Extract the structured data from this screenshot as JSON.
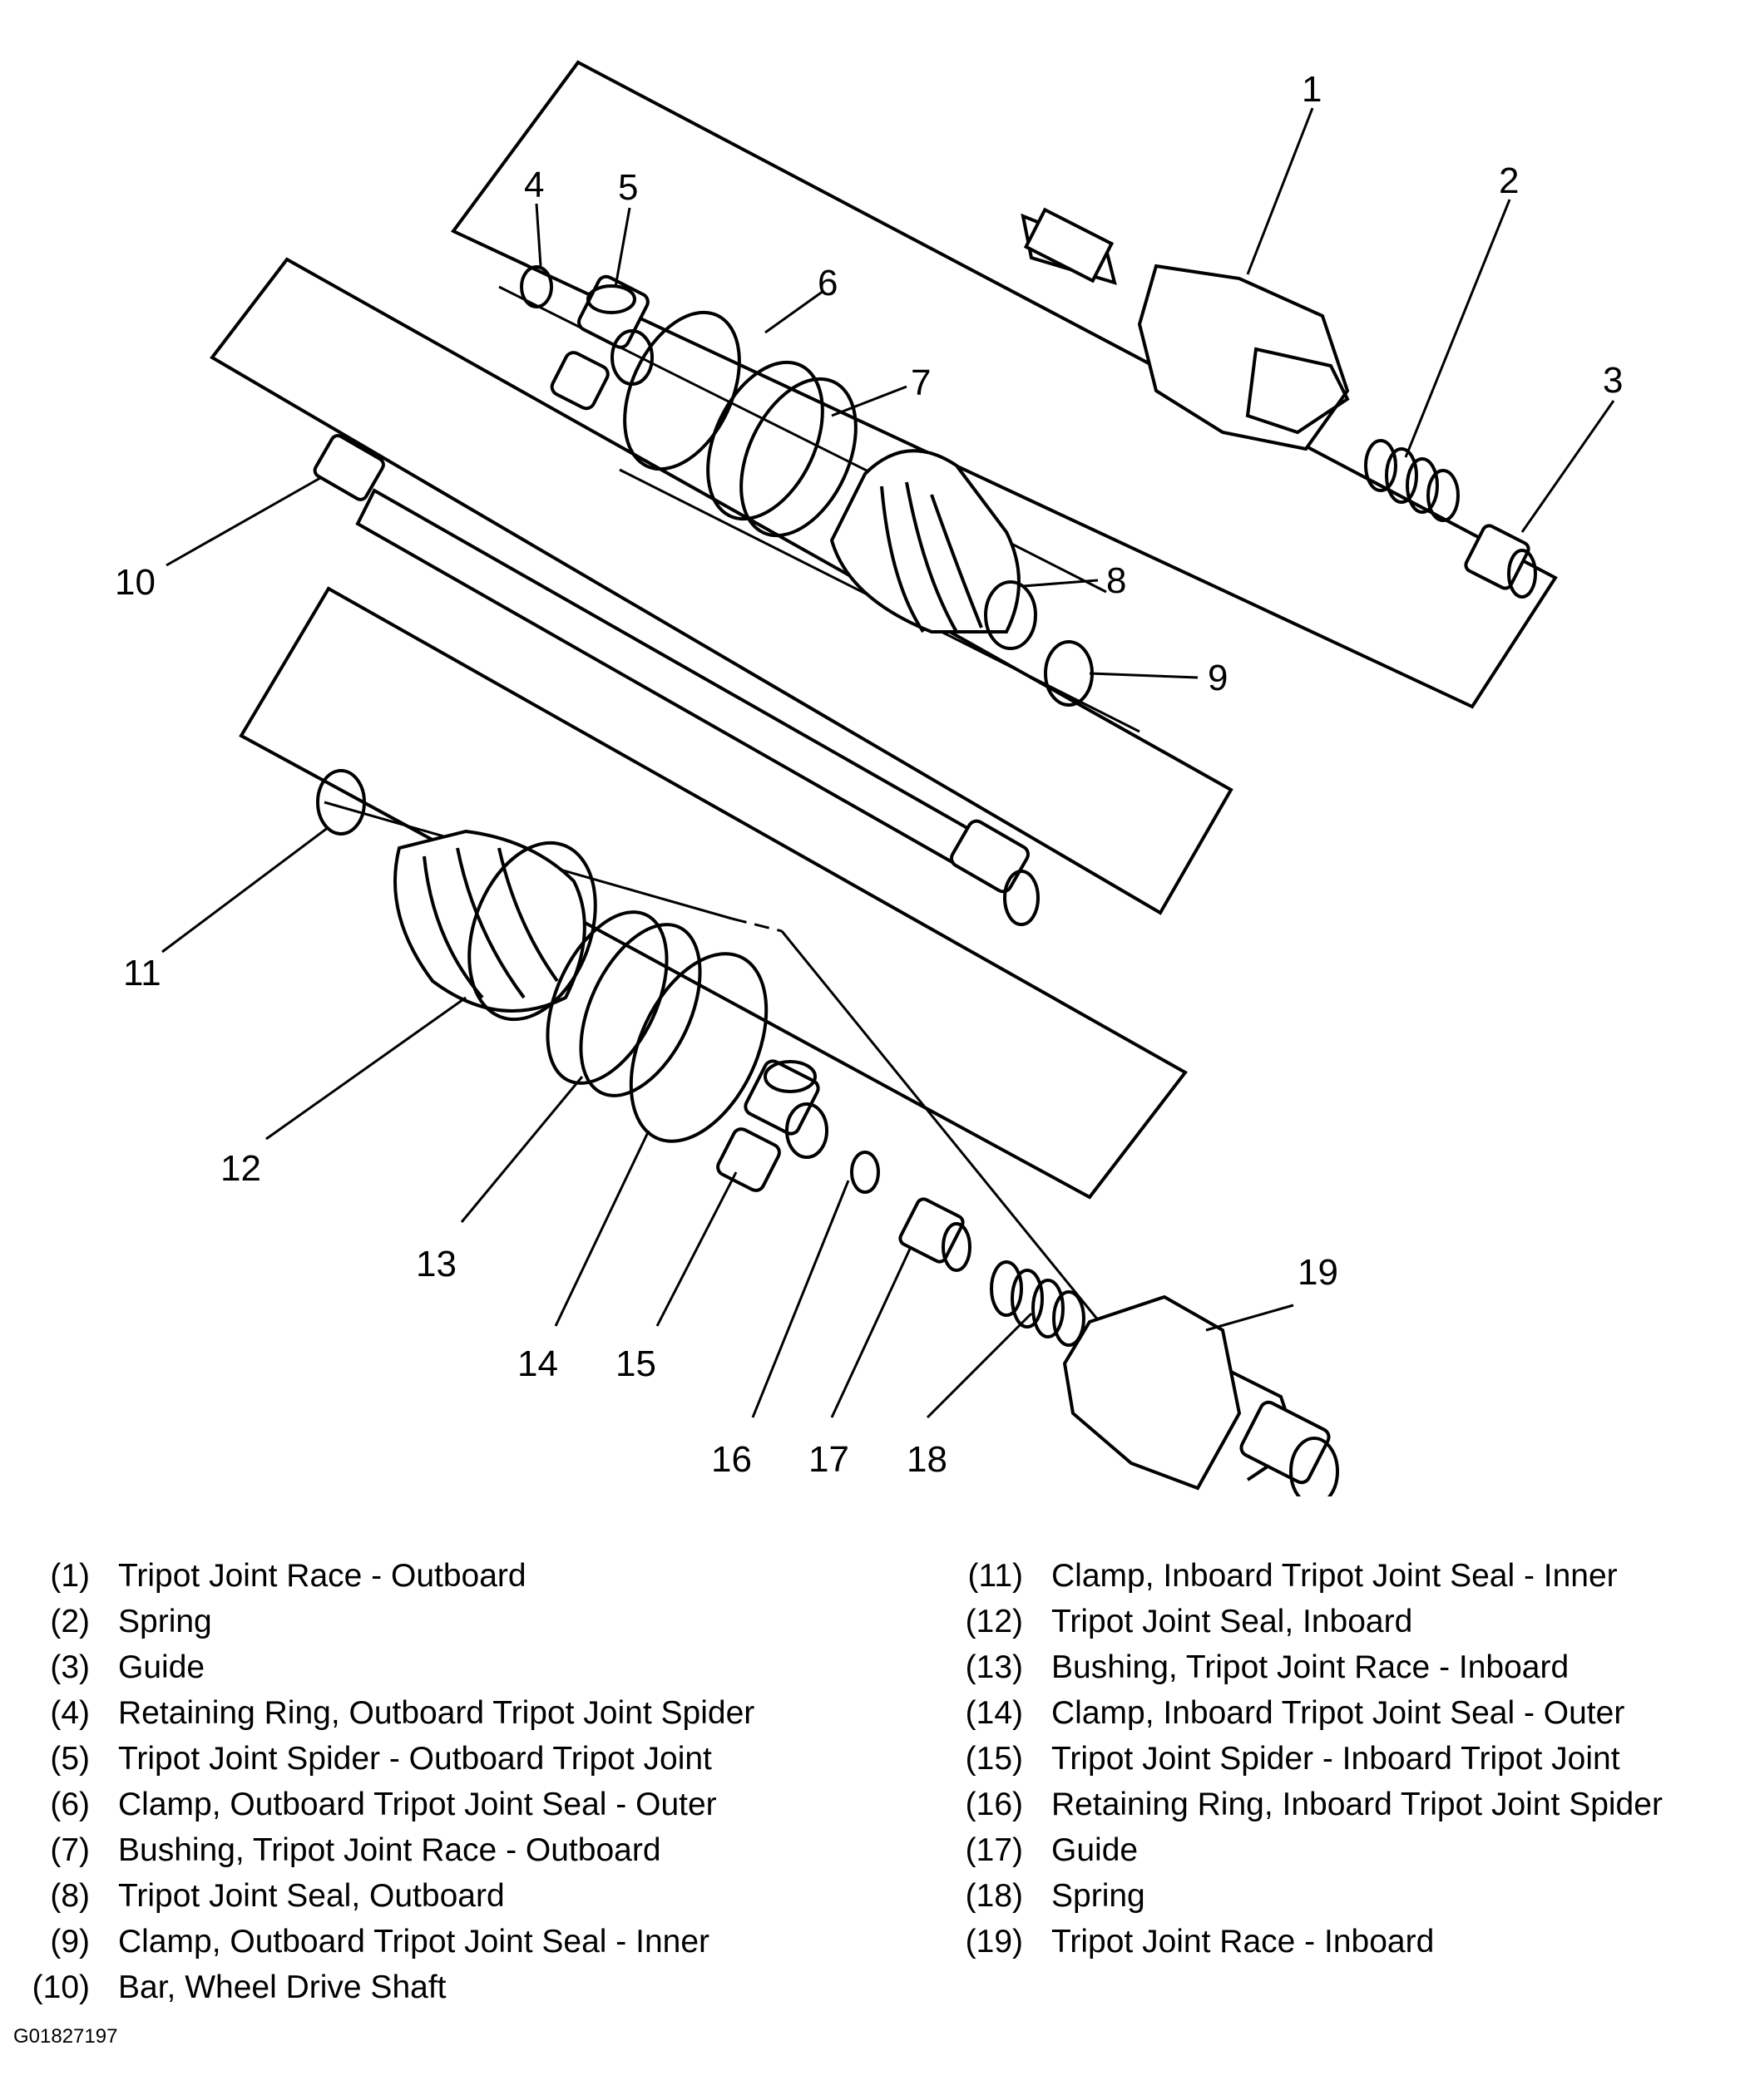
{
  "callouts": [
    "1",
    "2",
    "3",
    "4",
    "5",
    "6",
    "7",
    "8",
    "9",
    "10",
    "11",
    "12",
    "13",
    "14",
    "15",
    "16",
    "17",
    "18",
    "19"
  ],
  "legend_left": [
    {
      "num": "(1)",
      "text": "Tripot Joint Race - Outboard"
    },
    {
      "num": "(2)",
      "text": "Spring"
    },
    {
      "num": "(3)",
      "text": "Guide"
    },
    {
      "num": "(4)",
      "text": "Retaining Ring, Outboard Tripot Joint Spider"
    },
    {
      "num": "(5)",
      "text": "Tripot Joint Spider - Outboard Tripot Joint"
    },
    {
      "num": "(6)",
      "text": "Clamp, Outboard Tripot Joint Seal - Outer"
    },
    {
      "num": "(7)",
      "text": "Bushing, Tripot Joint Race - Outboard"
    },
    {
      "num": "(8)",
      "text": "Tripot Joint Seal, Outboard"
    },
    {
      "num": "(9)",
      "text": "Clamp, Outboard Tripot Joint Seal - Inner"
    },
    {
      "num": "(10)",
      "text": "Bar, Wheel Drive Shaft"
    }
  ],
  "legend_right": [
    {
      "num": "(11)",
      "text": "Clamp, Inboard Tripot Joint Seal - Inner"
    },
    {
      "num": "(12)",
      "text": "Tripot Joint Seal, Inboard"
    },
    {
      "num": "(13)",
      "text": "Bushing, Tripot Joint Race - Inboard"
    },
    {
      "num": "(14)",
      "text": "Clamp, Inboard Tripot Joint Seal - Outer"
    },
    {
      "num": "(15)",
      "text": "Tripot Joint Spider - Inboard Tripot Joint"
    },
    {
      "num": "(16)",
      "text": "Retaining Ring, Inboard Tripot Joint Spider"
    },
    {
      "num": "(17)",
      "text": "Guide"
    },
    {
      "num": "(18)",
      "text": "Spring"
    },
    {
      "num": "(19)",
      "text": "Tripot Joint Race - Inboard"
    }
  ],
  "figure_id": "G01827197"
}
